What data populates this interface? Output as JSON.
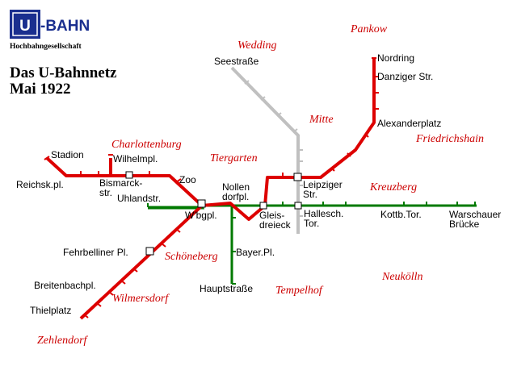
{
  "logo": {
    "letter": "U",
    "word": "-BAHN",
    "subtitle": "Hochbahngesellschaft"
  },
  "title": {
    "line1": "Das U-Bahnnetz",
    "line2": "Mai 1922"
  },
  "colors": {
    "red_line": "#dd0000",
    "green_line": "#007a00",
    "gray_line": "#c0c0c0",
    "district_text": "#cc0000",
    "logo_blue": "#1a2f8f"
  },
  "districts": {
    "wedding": "Wedding",
    "pankow": "Pankow",
    "mitte": "Mitte",
    "friedrichshain": "Friedrichshain",
    "charlottenburg": "Charlottenburg",
    "tiergarten": "Tiergarten",
    "kreuzberg": "Kreuzberg",
    "schoeneberg": "Schöneberg",
    "tempelhof": "Tempelhof",
    "neukoelln": "Neukölln",
    "wilmersdorf": "Wilmersdorf",
    "zehlendorf": "Zehlendorf"
  },
  "stations": {
    "seestrasse": "Seestraße",
    "nordring": "Nordring",
    "danziger": "Danziger Str.",
    "alexanderplatz": "Alexanderplatz",
    "stadion": "Stadion",
    "wilhelmpl": "Wilhelmpl.",
    "reichskpl": "Reichsk.pl.",
    "bismarck_1": "Bismarck-",
    "bismarck_2": "str.",
    "zoo": "Zoo",
    "uhlandstr": "Uhlandstr.",
    "wbgpl": "W'bgpl.",
    "nollendorf_1": "Nollen",
    "nollendorf_2": "dorfpl.",
    "leipziger_1": "Leipziger",
    "leipziger_2": "Str.",
    "gleisdreieck_1": "Gleis-",
    "gleisdreieck_2": "dreieck",
    "hallesch_1": "Hallesch.",
    "hallesch_2": "Tor.",
    "kottbtor": "Kottb.Tor.",
    "warschauer_1": "Warschauer",
    "warschauer_2": "Brücke",
    "fehrbelliner": "Fehrbelliner Pl.",
    "bayerpl": "Bayer.Pl.",
    "breitenbachpl": "Breitenbachpl.",
    "hauptstrasse": "Hauptstraße",
    "thielplatz": "Thielplatz"
  }
}
